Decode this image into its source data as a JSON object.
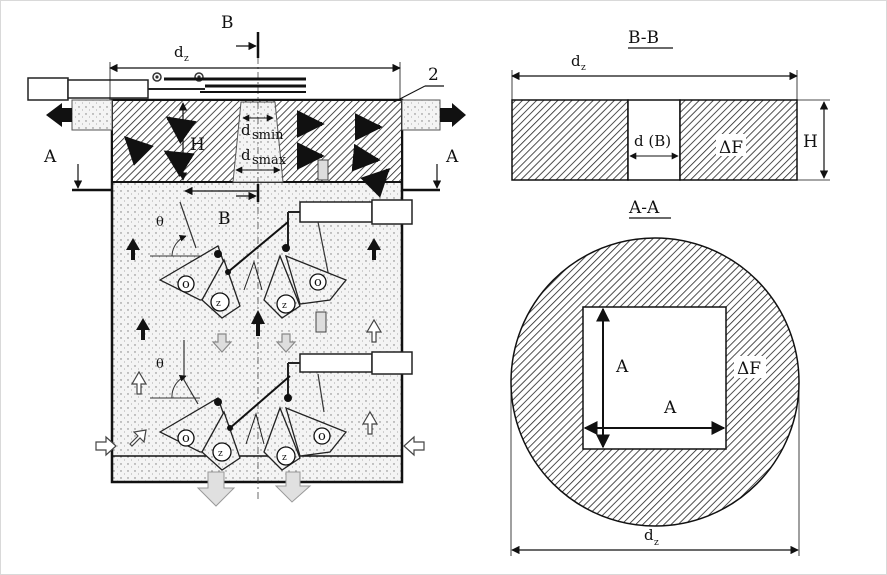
{
  "left": {
    "B": "B",
    "dz": "d",
    "dz_sub": "z",
    "two": "2",
    "A": "A",
    "H": "H",
    "d": "d",
    "smin": "smin",
    "smax": "smax",
    "theta": "θ",
    "o": "o",
    "z": "z"
  },
  "bb": {
    "title": "B-B",
    "dz": "d",
    "dz_sub": "z",
    "dB": "d (B)",
    "dF": "ΔF",
    "H": "H"
  },
  "aa": {
    "title": "A-A",
    "A": "A",
    "dF": "ΔF",
    "dz": "d",
    "dz_sub": "z"
  }
}
